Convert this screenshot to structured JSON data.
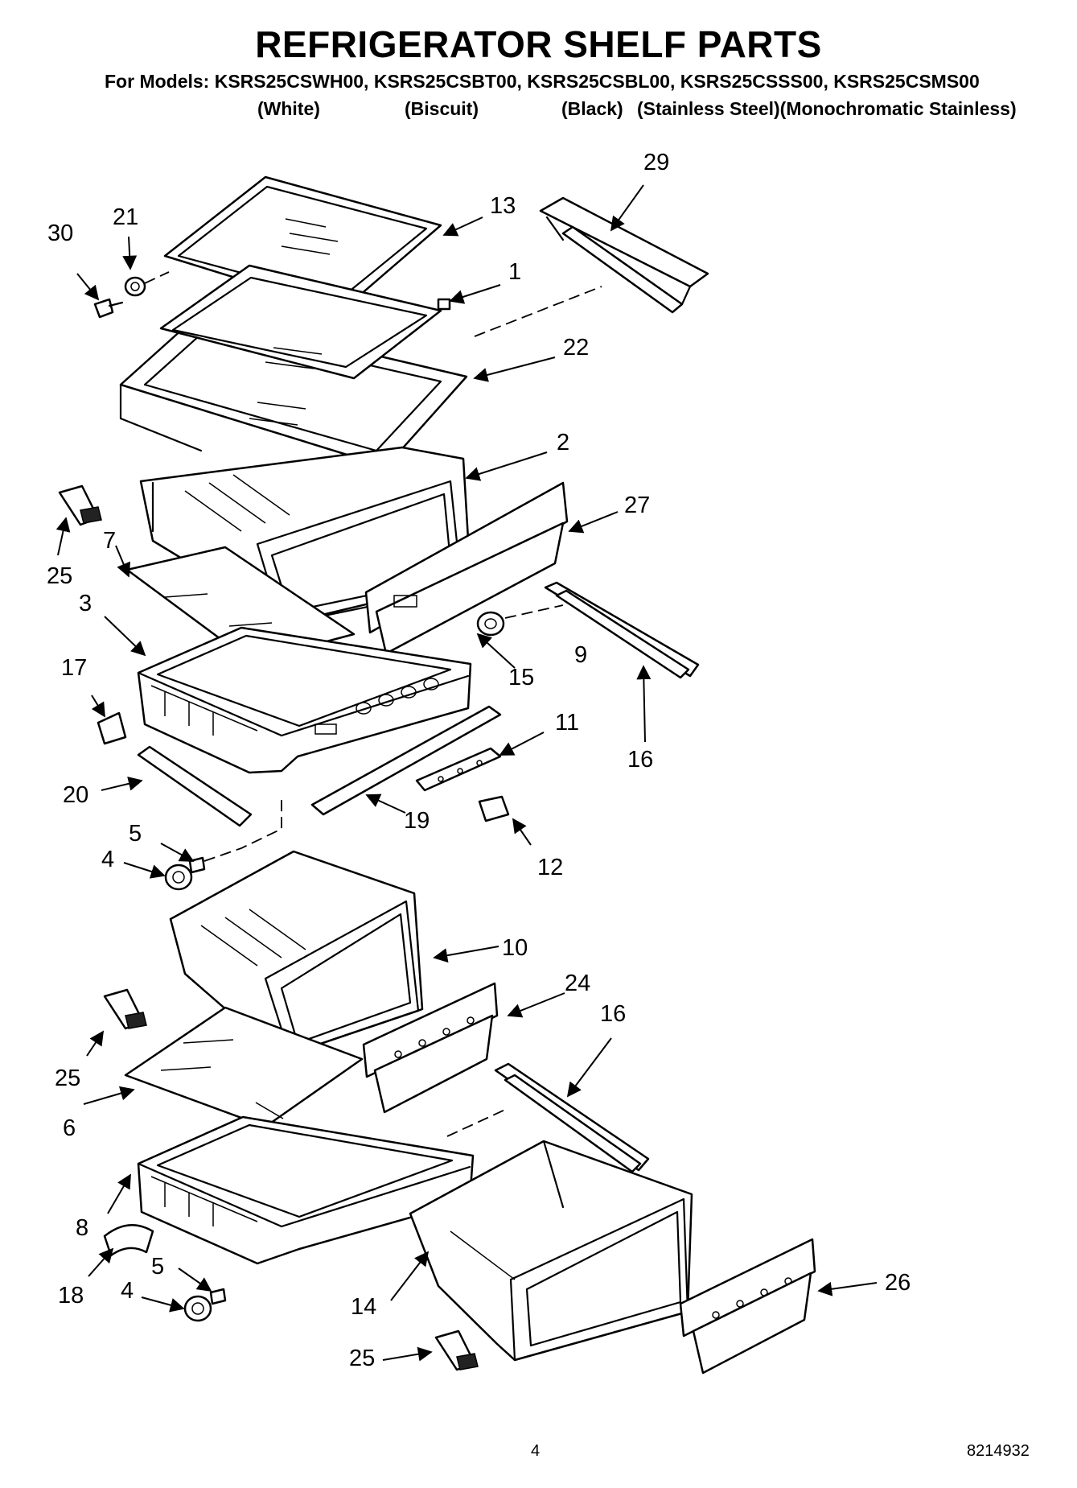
{
  "header": {
    "title": "REFRIGERATOR SHELF PARTS",
    "models_line": "For Models: KSRS25CSWH00, KSRS25CSBT00, KSRS25CSBL00, KSRS25CSSS00, KSRS25CSMS00",
    "colors": [
      "(White)",
      "(Biscuit)",
      "(Black)",
      "(Stainless Steel)(Monochromatic Stainless)"
    ]
  },
  "callouts": {
    "c30": "30",
    "c21": "21",
    "c13": "13",
    "c29": "29",
    "c1": "1",
    "c22": "22",
    "c2": "2",
    "c27": "27",
    "c25a": "25",
    "c7": "7",
    "c3": "3",
    "c9": "9",
    "c15": "15",
    "c16a": "16",
    "c17": "17",
    "c11": "11",
    "c20": "20",
    "c19": "19",
    "c12": "12",
    "c5a": "5",
    "c4a": "4",
    "c10": "10",
    "c24": "24",
    "c16b": "16",
    "c25b": "25",
    "c6": "6",
    "c8": "8",
    "c18": "18",
    "c5b": "5",
    "c4b": "4",
    "c14": "14",
    "c26": "26",
    "c25c": "25"
  },
  "footer": {
    "page_number": "4",
    "doc_number": "8214932"
  }
}
